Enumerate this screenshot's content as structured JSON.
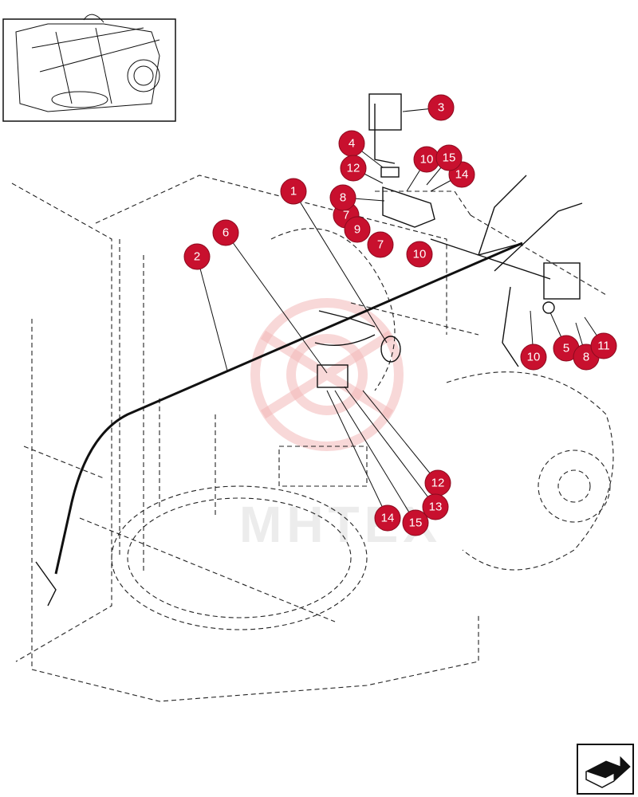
{
  "watermark_text": "МНТЕХ",
  "callouts": [
    {
      "label": "1"
    },
    {
      "label": "2"
    },
    {
      "label": "3"
    },
    {
      "label": "4"
    },
    {
      "label": "5"
    },
    {
      "label": "6"
    },
    {
      "label": "7"
    },
    {
      "label": "7"
    },
    {
      "label": "8"
    },
    {
      "label": "8"
    },
    {
      "label": "9"
    },
    {
      "label": "10"
    },
    {
      "label": "10"
    },
    {
      "label": "10"
    },
    {
      "label": "11"
    },
    {
      "label": "12"
    },
    {
      "label": "12"
    },
    {
      "label": "13"
    },
    {
      "label": "14"
    },
    {
      "label": "14"
    },
    {
      "label": "15"
    },
    {
      "label": "15"
    }
  ],
  "nav_icon": "next-page-arrow-icon",
  "colors": {
    "callout_fill": "#c8102e",
    "callout_text": "#ffffff",
    "watermark": "#f2b8b8"
  }
}
